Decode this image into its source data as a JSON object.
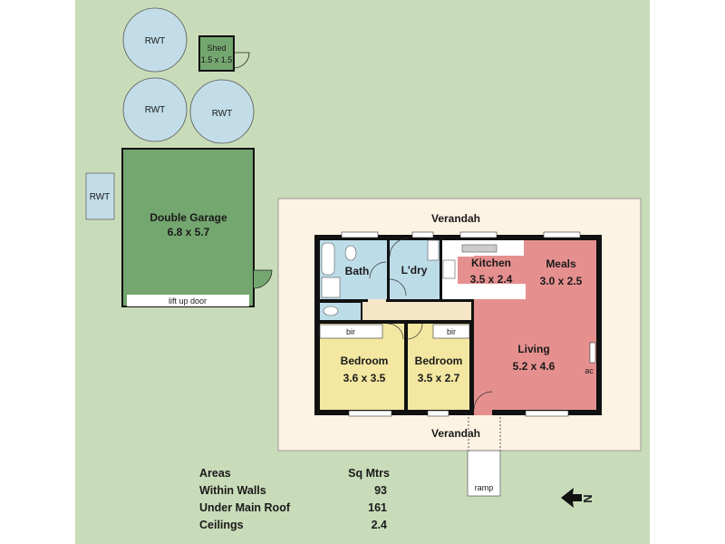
{
  "colors": {
    "ground": "#c9dcb9",
    "garage": "#74a66f",
    "water_tank": "#c2dde8",
    "verandah": "#fdf3e3",
    "living": "#e5908f",
    "wet_areas": "#bcdce8",
    "bedrooms": "#f3e7a1",
    "hallway": "#f6e6c8",
    "walls": "#111111"
  },
  "site": {
    "tanks": [
      "RWT",
      "RWT",
      "RWT",
      "RWT"
    ],
    "shed": {
      "name": "Shed",
      "size": "1.5 x 1.5"
    },
    "garage": {
      "name": "Double Garage",
      "size": "6.8 x 5.7",
      "door": "lift up door"
    },
    "verandah_top": "Verandah",
    "verandah_bottom": "Verandah",
    "ramp": "ramp",
    "north_label": "N",
    "north_icon": "north-arrow-icon"
  },
  "rooms": {
    "bath": "Bath",
    "laundry": "L'dry",
    "kitchen": {
      "name": "Kitchen",
      "size": "3.5 x 2.4"
    },
    "meals": {
      "name": "Meals",
      "size": "3.0 x 2.5"
    },
    "living": {
      "name": "Living",
      "size": "5.2 x 4.6"
    },
    "bedroom1": {
      "name": "Bedroom",
      "size": "3.6 x 3.5",
      "robe": "bir"
    },
    "bedroom2": {
      "name": "Bedroom",
      "size": "3.5 x 2.7",
      "robe": "bir"
    },
    "ac": "ac"
  },
  "areas": {
    "header_label": "Areas",
    "header_unit": "Sq Mtrs",
    "rows": [
      {
        "label": "Within Walls",
        "value": "93"
      },
      {
        "label": "Under Main Roof",
        "value": "161"
      },
      {
        "label": "Ceilings",
        "value": "2.4"
      }
    ]
  }
}
